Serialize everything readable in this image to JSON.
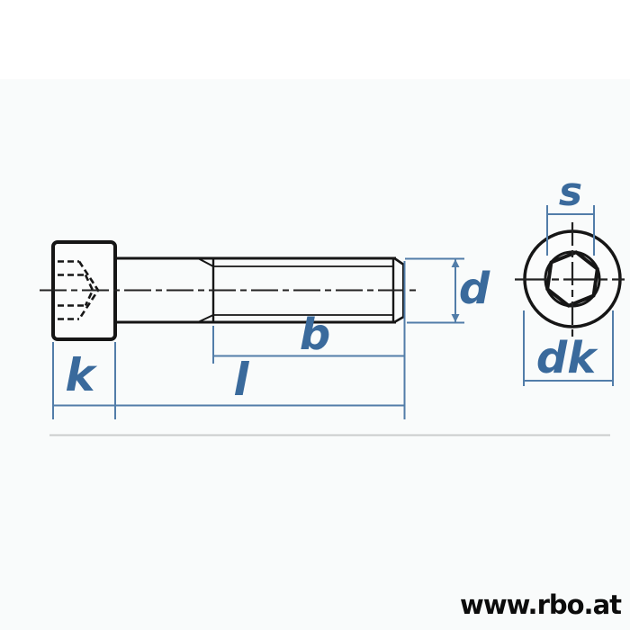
{
  "page": {
    "watermark": "www.rbo.at",
    "background_band_color": "#f9fbfb"
  },
  "diagram": {
    "type": "technical-dimension-drawing",
    "subject": "socket-head-cap-screw-side-and-end-view",
    "labels": {
      "k": "k",
      "l": "l",
      "b": "b",
      "d": "d",
      "s": "s",
      "dk": "dk"
    },
    "colors": {
      "outline": "#161616",
      "centerline": "#222222",
      "dimension_line": "#527da9",
      "label_text": "#3a6a9c",
      "divider_line": "#cacccc",
      "watermark_text": "#0c0c0c"
    }
  }
}
